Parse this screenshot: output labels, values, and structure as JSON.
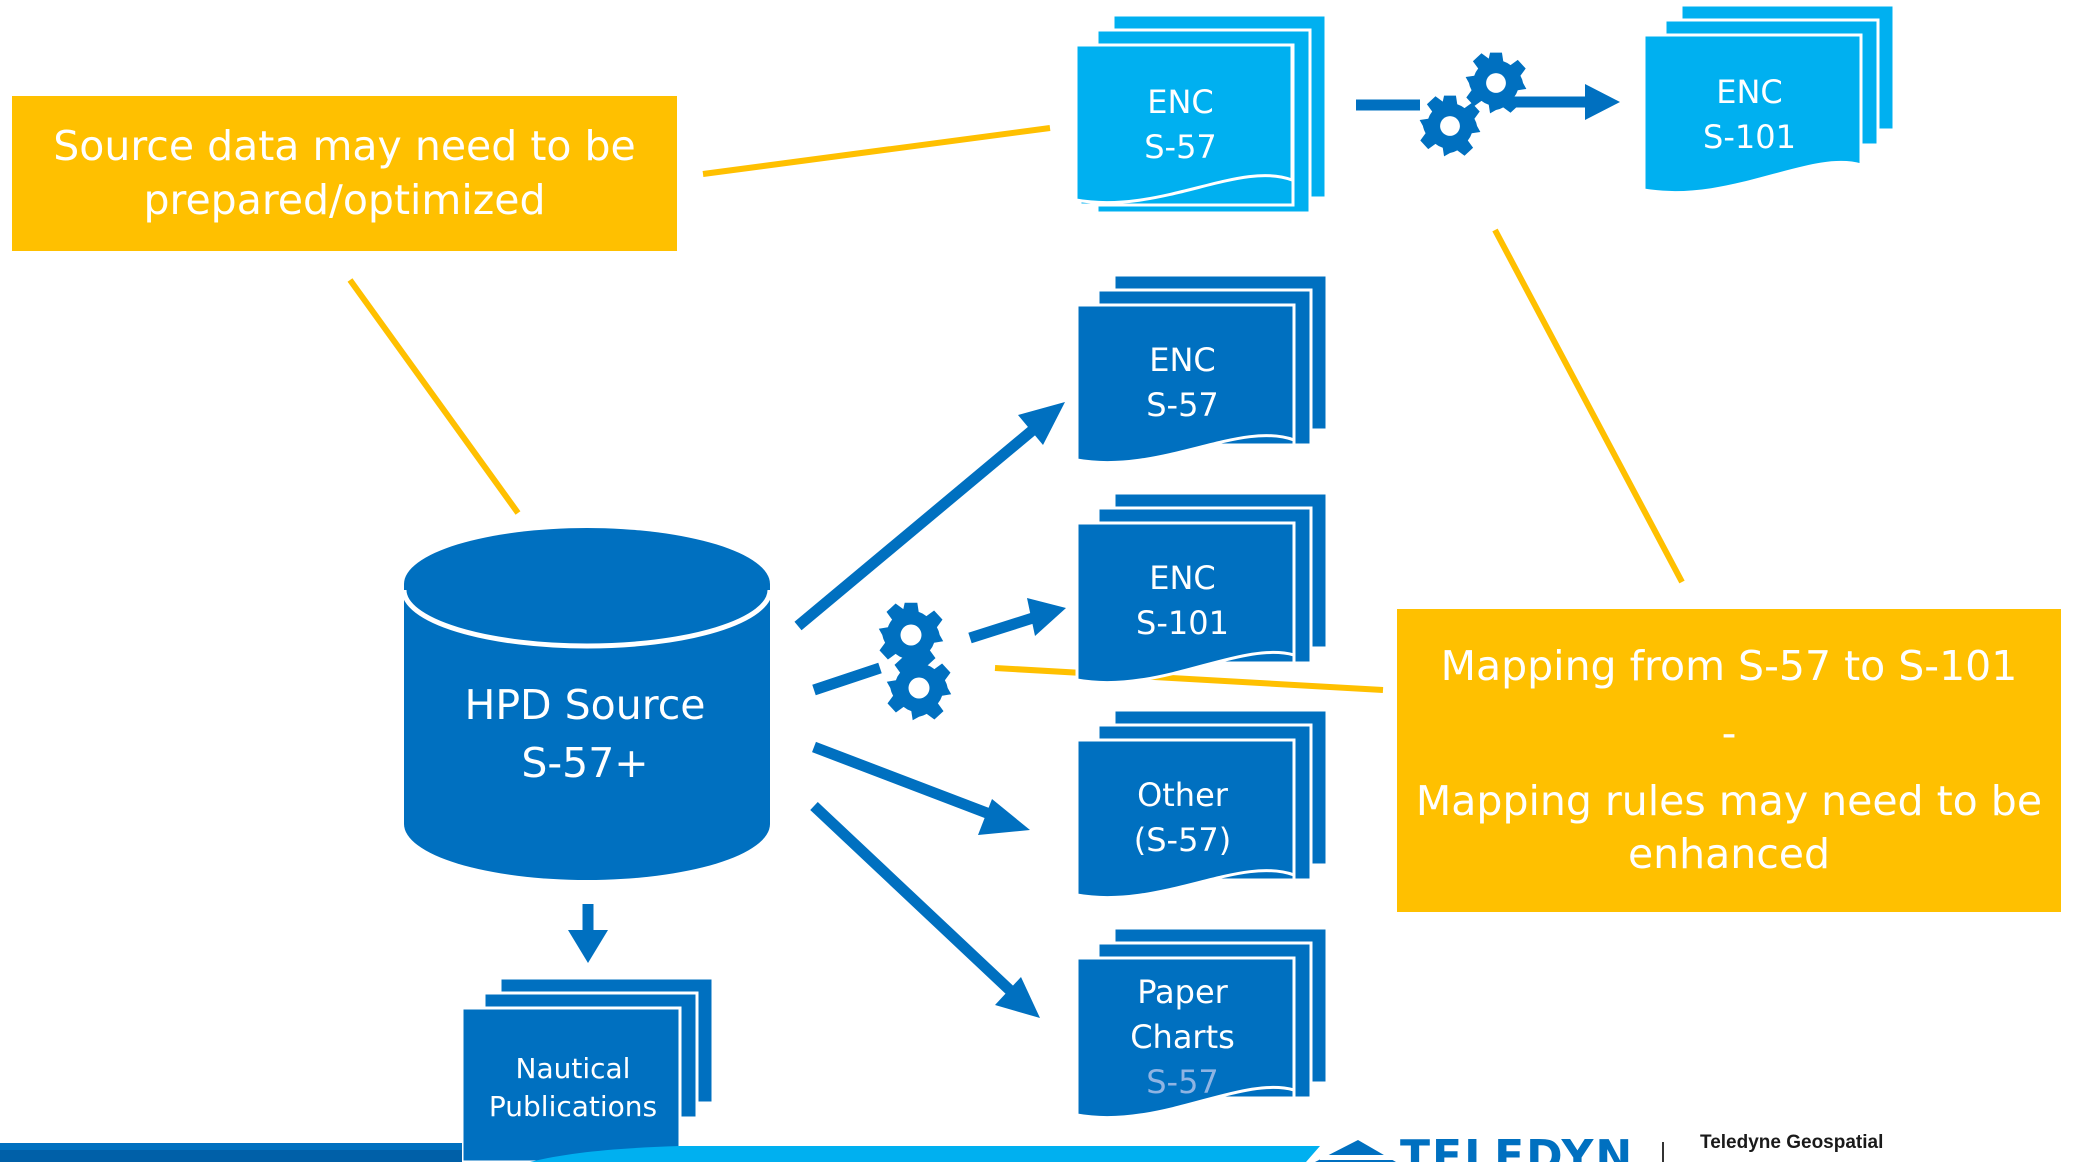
{
  "callouts": {
    "source_prep": "Source data may need to be prepared/optimized",
    "mapping_title": "Mapping from S-57 to S-101",
    "mapping_separator": "-",
    "mapping_note": "Mapping rules may need to be enhanced"
  },
  "database": {
    "line1": "HPD Source",
    "line2": "S-57+"
  },
  "documents": {
    "top_enc_s57": {
      "line1": "ENC",
      "line2": "S-57"
    },
    "top_enc_s101": {
      "line1": "ENC",
      "line2": "S-101"
    },
    "enc_s57": {
      "line1": "ENC",
      "line2": "S-57"
    },
    "enc_s101": {
      "line1": "ENC",
      "line2": "S-101"
    },
    "other": {
      "line1": "Other",
      "line2": "(S-57)"
    },
    "paper_charts": {
      "line1": "Paper",
      "line2": "Charts",
      "line3": "S-57"
    },
    "nautical_publications": {
      "line1": "Nautical",
      "line2": "Publications"
    }
  },
  "footer": {
    "logo_text": "TELEDYNE",
    "brand": "Teledyne Geospatial"
  },
  "colors": {
    "dark_blue": "#0070C0",
    "light_blue": "#00B0F0",
    "callout_yellow": "#FFC000",
    "faded_label": "#8FB4E3"
  },
  "icons": [
    "gear-icon",
    "arrow-icon",
    "database-icon",
    "document-stack-icon"
  ]
}
